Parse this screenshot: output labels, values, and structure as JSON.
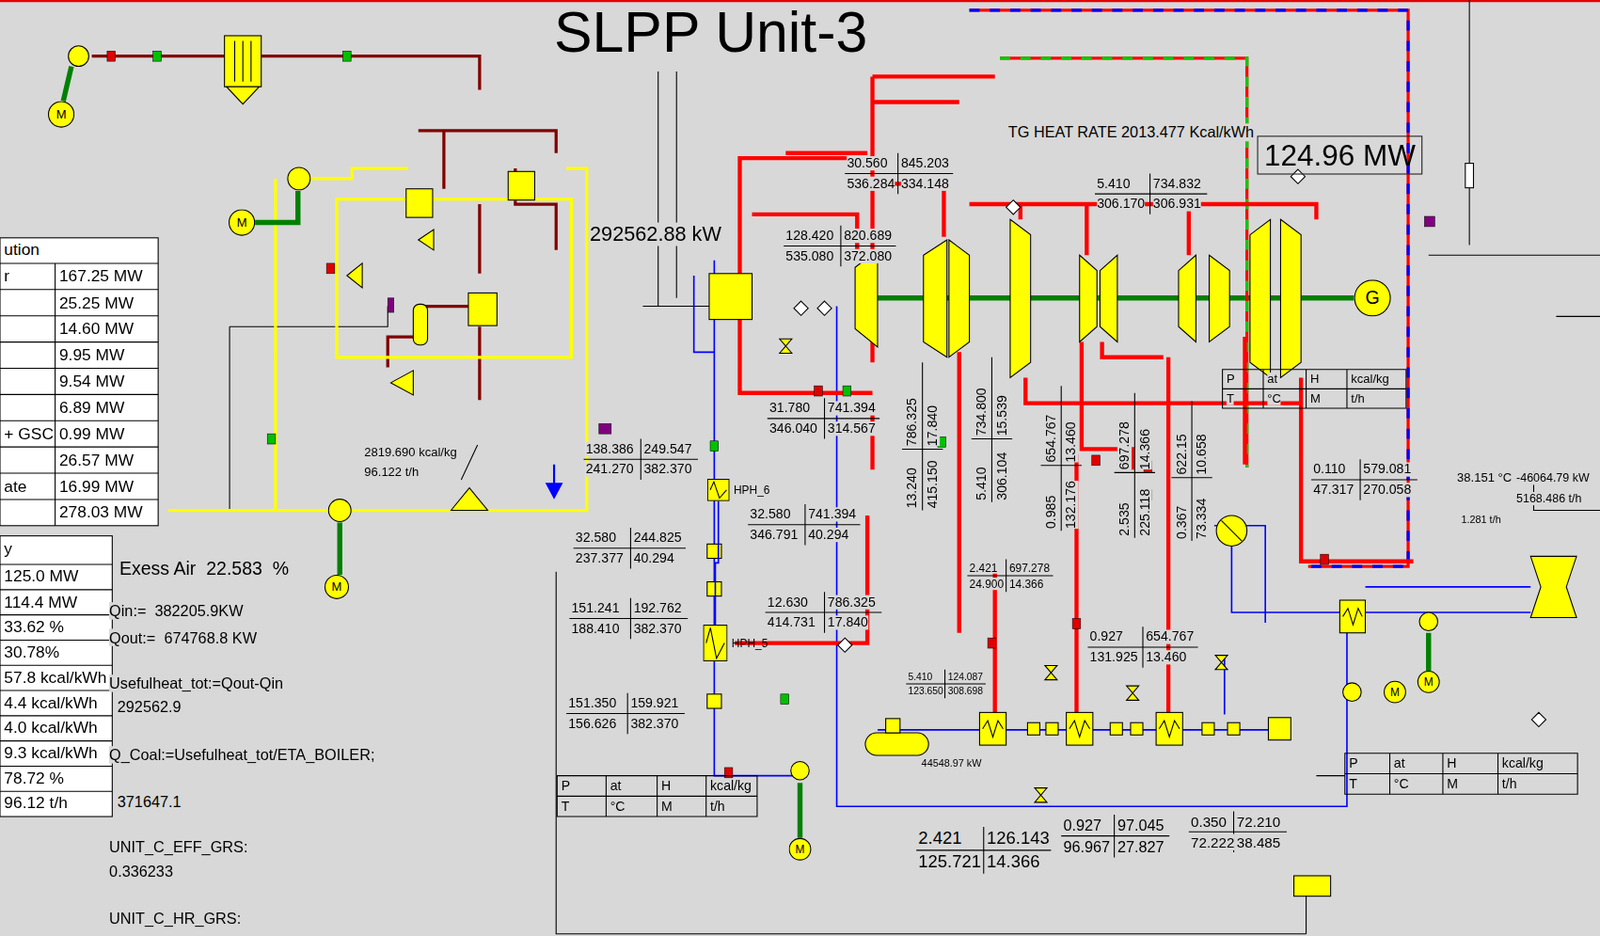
{
  "diagram": {
    "title": "SLPP Unit-3",
    "nodes": [
      {
        "text": [
          "M"
        ]
      },
      {
        "text": [
          "124.96 MW"
        ]
      },
      {
        "text": [
          "M"
        ]
      },
      {
        "text": [
          "G"
        ]
      },
      {
        "text": [
          "HPH_6"
        ]
      },
      {
        "text": [
          "M"
        ]
      },
      {
        "text": [
          "HPH_5"
        ]
      },
      {
        "text": [
          "M"
        ]
      },
      {
        "text": [
          "M"
        ]
      },
      {
        "text": [
          "M"
        ]
      }
    ],
    "edges": [
      {
        "from": 4,
        "to": 6,
        "arrow": "none"
      }
    ],
    "labels": [
      "TG HEAT RATE 2013.477 Kcal/kWh",
      "292562.88 kW",
      "ution",
      "r",
      "167.25 MW",
      "25.25 MW",
      "14.60 MW",
      "9.95 MW",
      "9.54 MW",
      "6.89 MW",
      "+ GSC",
      "0.99 MW",
      "26.57 MW",
      "ate",
      "16.99 MW",
      "278.03 MW",
      "y",
      "125.0 MW",
      "114.4 MW",
      "33.62 %",
      "30.78%",
      "57.8 kcal/kWh",
      "4.4 kcal/kWh",
      "4.0 kcal/kWh",
      "9.3 kcal/kWh",
      "78.72 %",
      "96.12 t/h",
      "Exess Air  22.583  %",
      "Qin:=  382205.9KW",
      "Qout:=  674768.8 KW",
      "Usefulheat_tot:=Qout-Qin",
      "292562.9",
      "Q_Coal:=Usefulheat_tot/ETA_BOILER;",
      "371647.1",
      "UNIT_C_EFF_GRS:",
      "0.336233",
      "UNIT_C_HR_GRS:",
      "2819.690 kcal/kg",
      "96.122 t/h",
      "30.560",
      "845.203",
      "536.284",
      "334.148",
      "128.420",
      "820.689",
      "535.080",
      "372.080",
      "5.410",
      "734.832",
      "306.170",
      "306.931",
      "31.780",
      "741.394",
      "346.040",
      "314.567",
      "138.386",
      "249.547",
      "241.270",
      "382.370",
      "32.580",
      "741.394",
      "346.791",
      "40.294",
      "32.580",
      "244.825",
      "237.377",
      "40.294",
      "151.241",
      "192.762",
      "188.410",
      "382.370",
      "12.630",
      "786.325",
      "414.731",
      "17.840",
      "151.350",
      "159.921",
      "156.626",
      "382.370",
      "5.410",
      "124.087",
      "123.650",
      "308.698",
      "2.421",
      "697.278",
      "24.900",
      "14.366",
      "0.927",
      "654.767",
      "131.925",
      "13.460",
      "0.110",
      "579.081",
      "47.317",
      "270.058",
      "2.421",
      "126.143",
      "125.721",
      "14.366",
      "0.927",
      "97.045",
      "96.967",
      "27.827",
      "0.350",
      "72.210",
      "72.222",
      "38.485",
      "13.240",
      "786.325",
      "415.150",
      "17.840",
      "5.410",
      "734.800",
      "306.104",
      "15.539",
      "0.985",
      "654.767",
      "132.176",
      "13.460",
      "2.535",
      "697.278",
      "225.118",
      "14.366",
      "0.367",
      "622.15",
      "73.334",
      "10.658",
      "P",
      "at",
      "H",
      "kcal/kg",
      "T",
      "°C",
      "M",
      "t/h",
      "P",
      "at",
      "H",
      "kcal/kg",
      "T",
      "°C",
      "M",
      "t/h",
      "P",
      "at",
      "H",
      "kcal/kg",
      "T",
      "°C",
      "M",
      "t/h",
      "38.151 °C",
      "-46064.79 kW",
      "5168.486 t/h",
      "1.281 t/h",
      "44548.97 kW"
    ]
  }
}
